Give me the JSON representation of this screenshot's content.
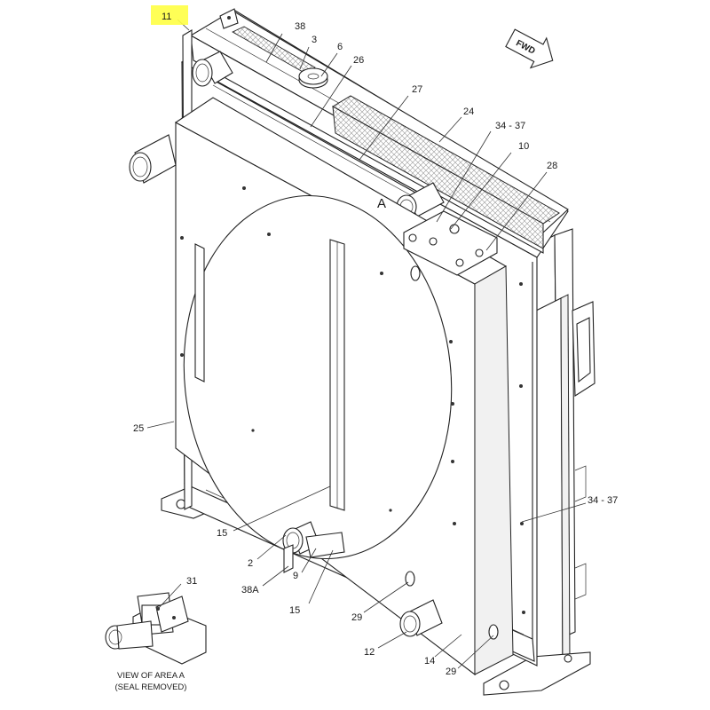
{
  "highlight": {
    "label": "11",
    "color": "#ffff44"
  },
  "area_label": "A",
  "direction_arrow": {
    "label": "FWD"
  },
  "callouts": {
    "c38": "38",
    "c3": "3",
    "c6": "6",
    "c26": "26",
    "c27": "27",
    "c24": "24",
    "c34_37_top": "34 - 37",
    "c10": "10",
    "c28": "28",
    "c25": "25",
    "c34_37_right": "34 - 37",
    "c15_left": "15",
    "c2": "2",
    "c9": "9",
    "c38A": "38A",
    "c15_bottom": "15",
    "c29_mid": "29",
    "c12": "12",
    "c14": "14",
    "c29_bottom": "29",
    "c31": "31"
  },
  "inset_caption": {
    "line1": "VIEW OF AREA A",
    "line2": "(SEAL REMOVED)"
  },
  "colors": {
    "line": "#222222",
    "mesh": "#9a9a9a",
    "highlight": "#ffff44"
  }
}
